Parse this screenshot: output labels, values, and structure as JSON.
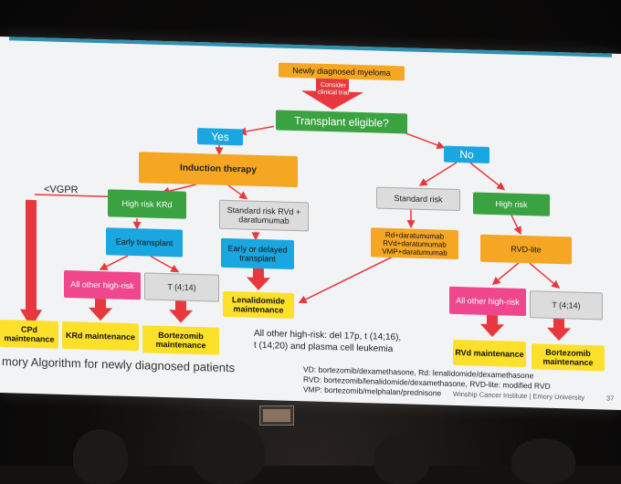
{
  "nodes": {
    "newly": "Newly diagnosed myeloma",
    "consider": "Consider clinical trial",
    "transplant": "Transplant eligible?",
    "yes": "Yes",
    "no": "No",
    "induction": "Induction therapy",
    "vgpr": "<VGPR",
    "highrisk_krd": "High risk KRd",
    "standard_risk_yes": "Standard risk RVd + daratumumab",
    "early_transplant": "Early transplant",
    "early_delayed": "Early or delayed transplant",
    "all_other_left": "All other high-risk",
    "t414_left": "T (4;14)",
    "lenalidomide": "Lenalidomide maintenance",
    "cpd": "CPd maintenance",
    "krd_maint": "KRd maintenance",
    "bortez_left": "Bortezomib maintenance",
    "standard_risk_no": "Standard risk",
    "high_risk_no": "High risk",
    "rd_dara": "Rd+daratumumab RVd+daratumumab VMP+daratumumab",
    "rvd_lite": "RVD-lite",
    "all_other_right": "All other high-risk",
    "t414_right": "T (4;14)",
    "rvd_maint": "RVd maintenance",
    "bortez_right": "Bortezomib maintenance"
  },
  "note": {
    "line1": "All other high-risk: del 17p, t (14;16),",
    "line2": "t (14;20) and plasma cell leukemia"
  },
  "footer": {
    "caption": "mory Algorithm for newly diagnosed patients",
    "abbr1": "VD: bortezomib/dexamethasone, Rd: lenalidomide/dexamethasone",
    "abbr2": "RVD: bortezomib/lenalidomide/dexamethasone, RVD-lite: modified RVD",
    "abbr3": "VMP: bortezomib/melphalan/prednisone",
    "institute": "Winship Cancer Institute | Emory University",
    "page": "37"
  },
  "colors": {
    "orange": "#f5a623",
    "green": "#3aa241",
    "blue": "#1aa6e0",
    "pink": "#f0468e",
    "yellow": "#fde02a",
    "red_arrow": "#e8383d",
    "accent_line": "#2f8fae"
  }
}
